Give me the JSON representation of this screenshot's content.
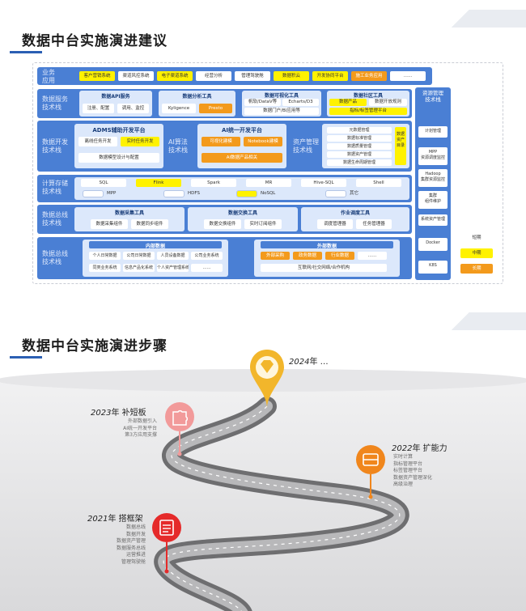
{
  "section1": {
    "title": "数据中台实施演进建议"
  },
  "section2": {
    "title": "数据中台实施演进步骤"
  },
  "arch": {
    "business": {
      "label": "业务\n应用",
      "items": [
        "客户营销系统",
        "渠道风控系统",
        "电子渠道系统",
        "经营分析",
        "管理驾驶舱",
        "数据积云",
        "开发协同平台",
        "施工业务应用",
        "……"
      ]
    },
    "service": {
      "label": "数据服务\n技术栈",
      "api": {
        "title": "数据API服务",
        "items": [
          "注册、配置",
          "调用、监控"
        ]
      },
      "analysis": {
        "title": "数据分析工具",
        "items": [
          "Kyligence",
          "Presto"
        ]
      },
      "viz": {
        "title": "数据可视化工具",
        "items": [
          "帆软/DataV等",
          "Echarts/D3",
          "数据门户/BI应用等"
        ]
      },
      "community": {
        "title": "数据社区工具",
        "items": [
          "数据产品",
          "数据开放规则",
          "指标/标签管理平台"
        ]
      }
    },
    "dev": {
      "label": "数据开发\n技术栈",
      "adms": {
        "title": "ADMS辅助开发平台",
        "items": [
          "离线任务开发",
          "实时任务开发",
          "数据模型设计与配置"
        ]
      },
      "ai_label": "AI算法\n技术栈",
      "ai": {
        "title": "AI统一开发平台",
        "items": [
          "可视化建模",
          "Notebook建模",
          "AI数据产品相关"
        ]
      },
      "asset_label": "资产管理\n技术栈",
      "asset": {
        "items": [
          "元数据管理",
          "数据标准管理",
          "数据质量管理",
          "数据资产管理",
          "数据生命周期管理"
        ],
        "tag": "数据资产目录"
      }
    },
    "storage": {
      "label": "计算存储\n技术栈",
      "row1": [
        "SQL",
        "Flink",
        "Spark",
        "MR",
        "Hive-SQL",
        "Shell"
      ],
      "row2": [
        "MPP",
        "HDFS",
        "NoSQL",
        "其它"
      ]
    },
    "bus": {
      "label": "数据总线\n技术栈",
      "collect": {
        "title": "数据采集工具",
        "items": [
          "数据采集组件",
          "数据同步组件"
        ]
      },
      "exchange": {
        "title": "数据交换工具",
        "items": [
          "数据交换组件",
          "实时订阅组件"
        ]
      },
      "schedule": {
        "title": "作业调度工具",
        "items": [
          "调度管理器",
          "任务管理器"
        ]
      }
    },
    "source": {
      "label": "数据总线\n技术栈",
      "internal": {
        "title": "内部数据",
        "items": [
          "个人日常数据",
          "公司日常数据",
          "人员设备数据",
          "公司业务系统",
          "同类业务系统",
          "信息产品化系统",
          "个人资产管理系统",
          "……"
        ]
      },
      "external": {
        "title": "外部数据",
        "items": [
          "外部采购",
          "政务数据",
          "行业数据",
          "……",
          "互联网/社交网络/合作机构"
        ]
      }
    },
    "resource": {
      "title": "资源管理\n技术栈",
      "items": [
        "计划管理",
        "MPP\n资源调度监控",
        "Hadoop\n集群资源监控",
        "集群\n组件维护",
        "系统资产管理",
        "Docker",
        "K8S"
      ]
    },
    "legend": [
      "短期",
      "中期",
      "长期"
    ]
  },
  "roadmap": [
    {
      "year": "2024",
      "suffix": "年 …",
      "points": []
    },
    {
      "year": "2023",
      "suffix": "年 补短板",
      "points": [
        "外部数据引入",
        "AI统一开发平台",
        "第3方应用支撑"
      ]
    },
    {
      "year": "2022",
      "suffix": "年 扩能力",
      "points": [
        "实时计算",
        "指标管理平台",
        "标签管理平台",
        "数据资产管理深化",
        "高级治理"
      ]
    },
    {
      "year": "2021",
      "suffix": "年 搭框架",
      "points": [
        "数据总线",
        "数据开发",
        "数据资产管理",
        "数据服务总线",
        "运营推进",
        "管理驾驶舱"
      ]
    }
  ],
  "colors": {
    "band": "#4a7fd4",
    "panel": "#dce8fb",
    "yellow": "#fff200",
    "orange": "#f39a1c",
    "y2024": "#f2b62b",
    "y2023": "#f29a9a",
    "y2022": "#f0861c",
    "y2021": "#e52a2a",
    "legend_short": "#ffffff",
    "legend_mid": "#fff200",
    "legend_long": "#f39a1c"
  }
}
